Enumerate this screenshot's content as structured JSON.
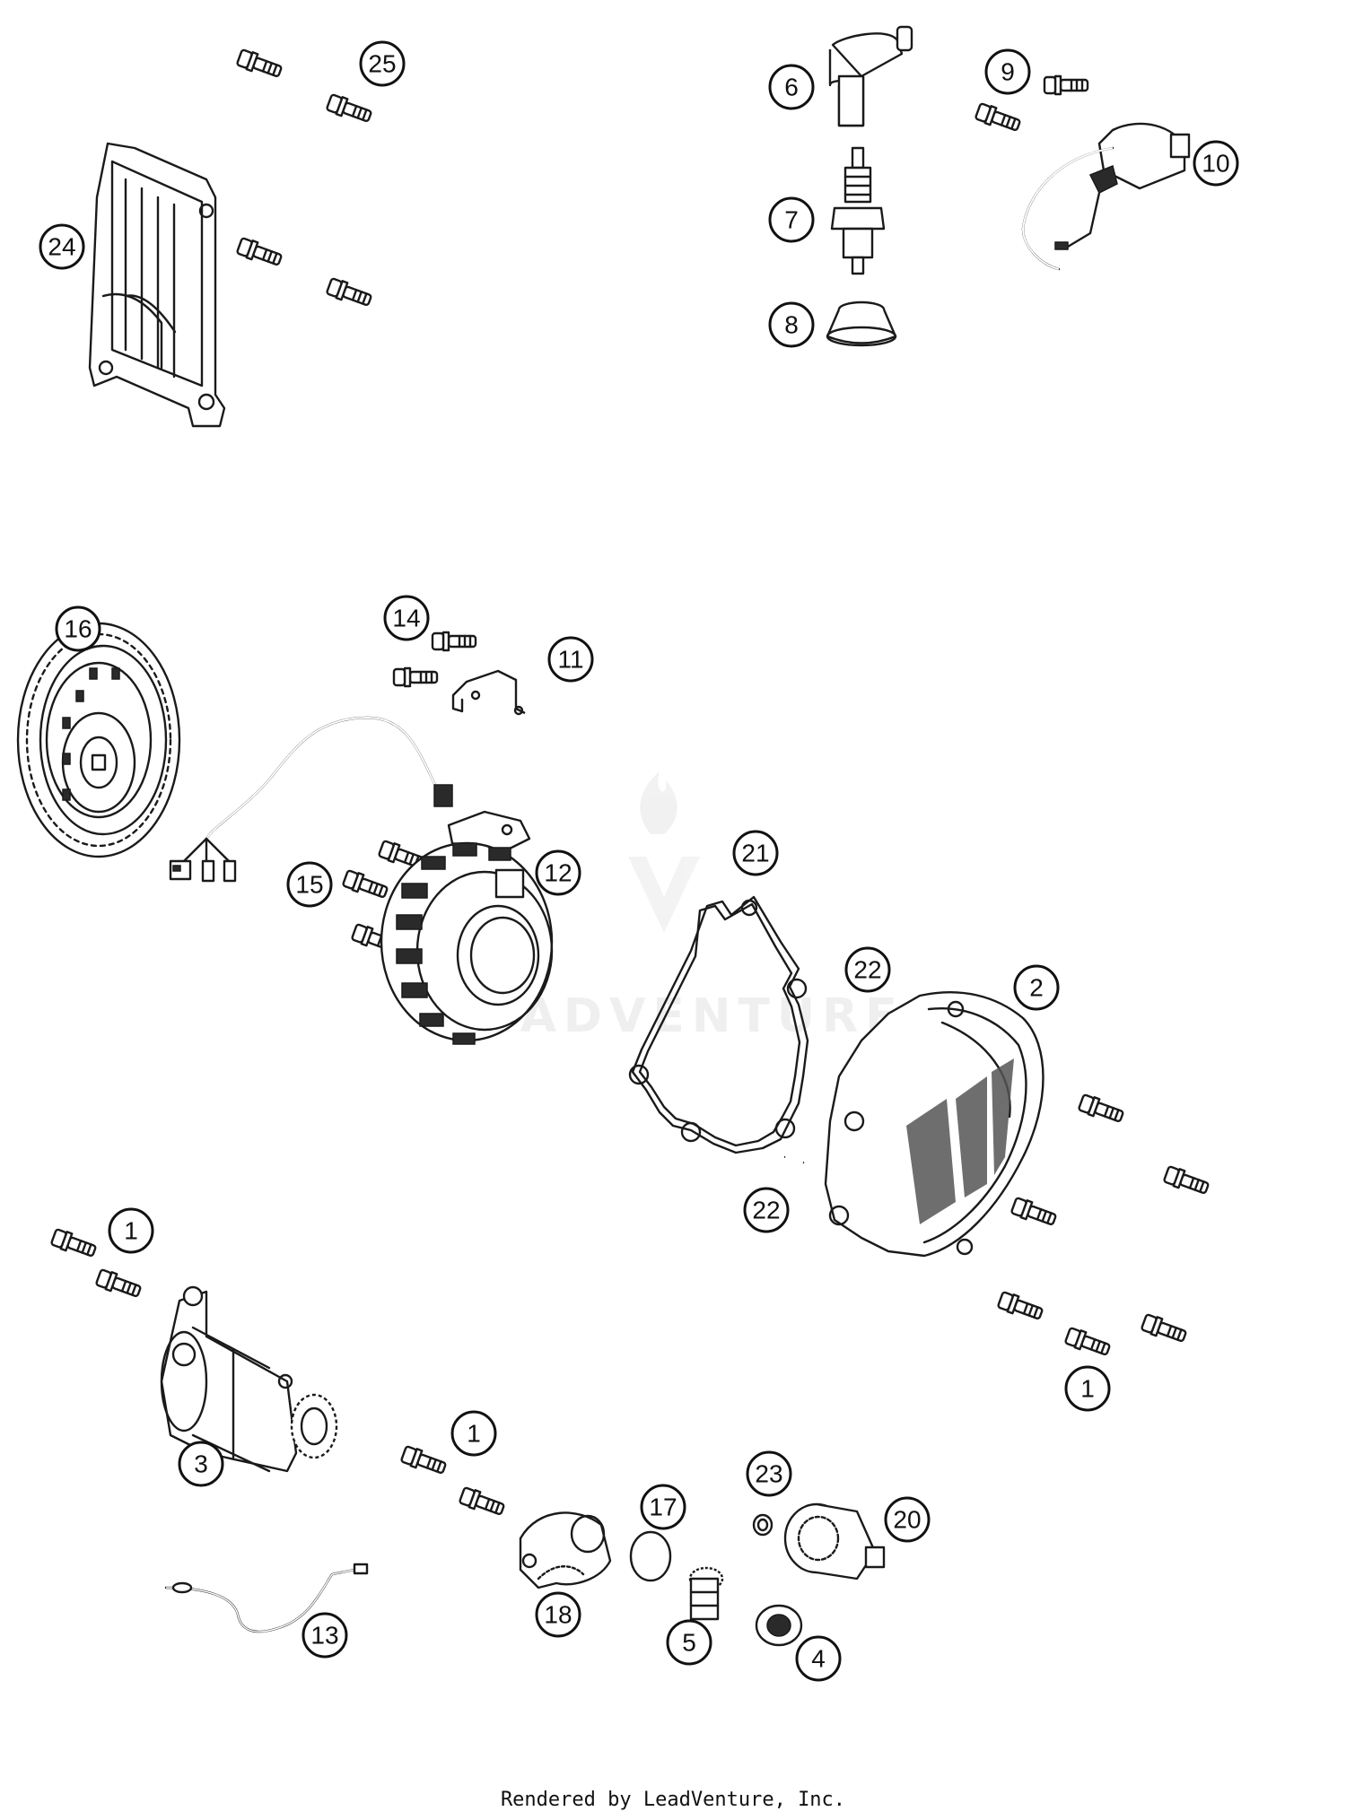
{
  "footer": {
    "credit": "Rendered by LeadVenture, Inc."
  },
  "watermark": {
    "text": "LEADVENTURE"
  },
  "callouts": [
    {
      "id": "c1a",
      "label": "1"
    },
    {
      "id": "c1b",
      "label": "1"
    },
    {
      "id": "c1c",
      "label": "1"
    },
    {
      "id": "c2",
      "label": "2"
    },
    {
      "id": "c3",
      "label": "3"
    },
    {
      "id": "c4",
      "label": "4"
    },
    {
      "id": "c5",
      "label": "5"
    },
    {
      "id": "c6",
      "label": "6"
    },
    {
      "id": "c7",
      "label": "7"
    },
    {
      "id": "c8",
      "label": "8"
    },
    {
      "id": "c9",
      "label": "9"
    },
    {
      "id": "c10",
      "label": "10"
    },
    {
      "id": "c11",
      "label": "11"
    },
    {
      "id": "c12",
      "label": "12"
    },
    {
      "id": "c13",
      "label": "13"
    },
    {
      "id": "c14",
      "label": "14"
    },
    {
      "id": "c15",
      "label": "15"
    },
    {
      "id": "c16",
      "label": "16"
    },
    {
      "id": "c17",
      "label": "17"
    },
    {
      "id": "c18",
      "label": "18"
    },
    {
      "id": "c20",
      "label": "20"
    },
    {
      "id": "c21",
      "label": "21"
    },
    {
      "id": "c22a",
      "label": "22"
    },
    {
      "id": "c22b",
      "label": "22"
    },
    {
      "id": "c23",
      "label": "23"
    },
    {
      "id": "c24",
      "label": "24"
    },
    {
      "id": "c25",
      "label": "25"
    }
  ]
}
